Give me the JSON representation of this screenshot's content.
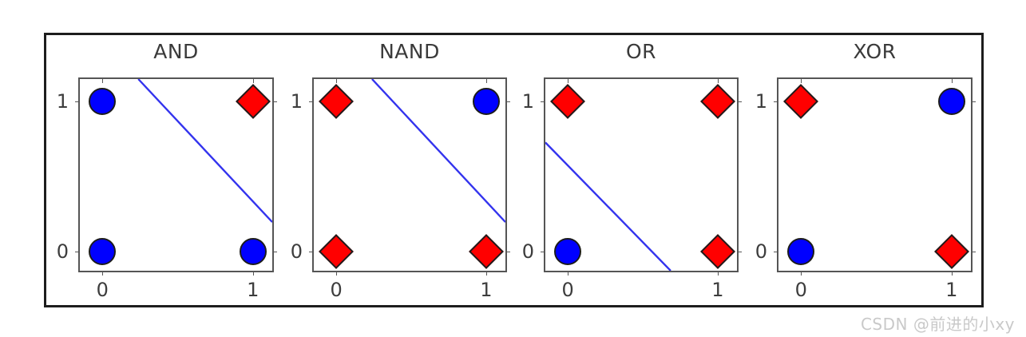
{
  "figure": {
    "watermark": "CSDN @前进的小xy",
    "background_color": "#ffffff",
    "frame_color": "#1d1d1d",
    "marker_true_color": "#ff0000",
    "marker_false_color": "#0000ff",
    "boundary_color": "#3333ee",
    "axis_color": "#555555"
  },
  "chart_data": {
    "type": "scatter",
    "title": "",
    "xlabel": "",
    "ylabel": "",
    "xlim": [
      -0.15,
      1.15
    ],
    "ylim": [
      -0.15,
      1.15
    ],
    "xticks": [
      "0",
      "1"
    ],
    "yticks": [
      "0",
      "1"
    ],
    "xtick_values": [
      0,
      1
    ],
    "ytick_values": [
      0,
      1
    ],
    "grid": false,
    "legend": "none",
    "x": [
      0,
      0,
      1,
      1
    ],
    "y": [
      0,
      1,
      0,
      1
    ],
    "panels": [
      {
        "title": "AND",
        "points": [
          {
            "x": 0,
            "y": 0,
            "output": 0,
            "marker": "circle",
            "color": "#0000ff"
          },
          {
            "x": 0,
            "y": 1,
            "output": 0,
            "marker": "circle",
            "color": "#0000ff"
          },
          {
            "x": 1,
            "y": 0,
            "output": 0,
            "marker": "circle",
            "color": "#0000ff"
          },
          {
            "x": 1,
            "y": 1,
            "output": 1,
            "marker": "diamond",
            "color": "#ff0000"
          }
        ],
        "values": [
          0,
          0,
          0,
          1
        ],
        "linearly_separable": true,
        "boundary": {
          "x1": 0.245,
          "y1": 1.15,
          "x2": 1.15,
          "y2": 0.18
        }
      },
      {
        "title": "NAND",
        "points": [
          {
            "x": 0,
            "y": 0,
            "output": 1,
            "marker": "diamond",
            "color": "#ff0000"
          },
          {
            "x": 0,
            "y": 1,
            "output": 1,
            "marker": "diamond",
            "color": "#ff0000"
          },
          {
            "x": 1,
            "y": 0,
            "output": 1,
            "marker": "diamond",
            "color": "#ff0000"
          },
          {
            "x": 1,
            "y": 1,
            "output": 0,
            "marker": "circle",
            "color": "#0000ff"
          }
        ],
        "values": [
          1,
          1,
          1,
          0
        ],
        "linearly_separable": true,
        "boundary": {
          "x1": 0.245,
          "y1": 1.15,
          "x2": 1.15,
          "y2": 0.18
        }
      },
      {
        "title": "OR",
        "points": [
          {
            "x": 0,
            "y": 0,
            "output": 0,
            "marker": "circle",
            "color": "#0000ff"
          },
          {
            "x": 0,
            "y": 1,
            "output": 1,
            "marker": "diamond",
            "color": "#ff0000"
          },
          {
            "x": 1,
            "y": 0,
            "output": 1,
            "marker": "diamond",
            "color": "#ff0000"
          },
          {
            "x": 1,
            "y": 1,
            "output": 1,
            "marker": "diamond",
            "color": "#ff0000"
          }
        ],
        "values": [
          0,
          1,
          1,
          1
        ],
        "linearly_separable": true,
        "boundary": {
          "x1": -0.15,
          "y1": 0.72,
          "x2": 0.7,
          "y2": -0.15
        }
      },
      {
        "title": "XOR",
        "points": [
          {
            "x": 0,
            "y": 0,
            "output": 0,
            "marker": "circle",
            "color": "#0000ff"
          },
          {
            "x": 0,
            "y": 1,
            "output": 1,
            "marker": "diamond",
            "color": "#ff0000"
          },
          {
            "x": 1,
            "y": 0,
            "output": 1,
            "marker": "diamond",
            "color": "#ff0000"
          },
          {
            "x": 1,
            "y": 1,
            "output": 0,
            "marker": "circle",
            "color": "#0000ff"
          }
        ],
        "values": [
          0,
          1,
          1,
          0
        ],
        "linearly_separable": false,
        "boundary": null
      }
    ]
  }
}
